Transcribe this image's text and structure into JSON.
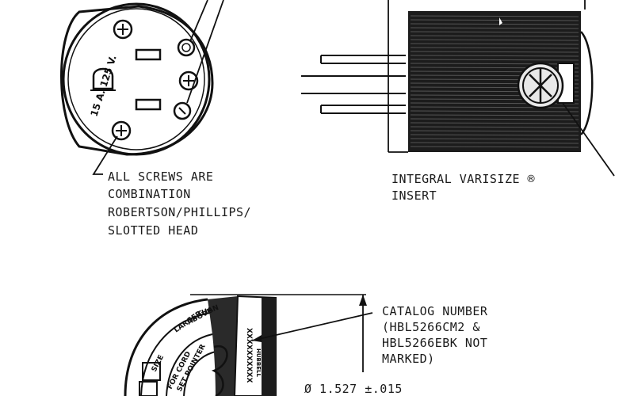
{
  "face_rating": "15 A. 125 V.",
  "labels": {
    "screws": [
      "ALL SCREWS ARE",
      "COMBINATION",
      "ROBERTSON/PHILLIPS/",
      "SLOTTED HEAD"
    ],
    "insert": [
      "INTEGRAL VARISIZE ®",
      "INSERT"
    ],
    "catalog": [
      "CATALOG NUMBER",
      "(HBL5266CM2 &",
      "HBL5266EBK NOT",
      "MARKED)"
    ],
    "dimension": "Ø 1.527 ±.015"
  },
  "clamp_text": {
    "arc": [
      "SET POINTER",
      "FOR CORD",
      "SIZE"
    ],
    "inner": [
      "LARGER",
      "THAN",
      "ABOVE"
    ],
    "vertical": [
      "XXXXXXXXXX",
      "HUBBELL"
    ]
  }
}
